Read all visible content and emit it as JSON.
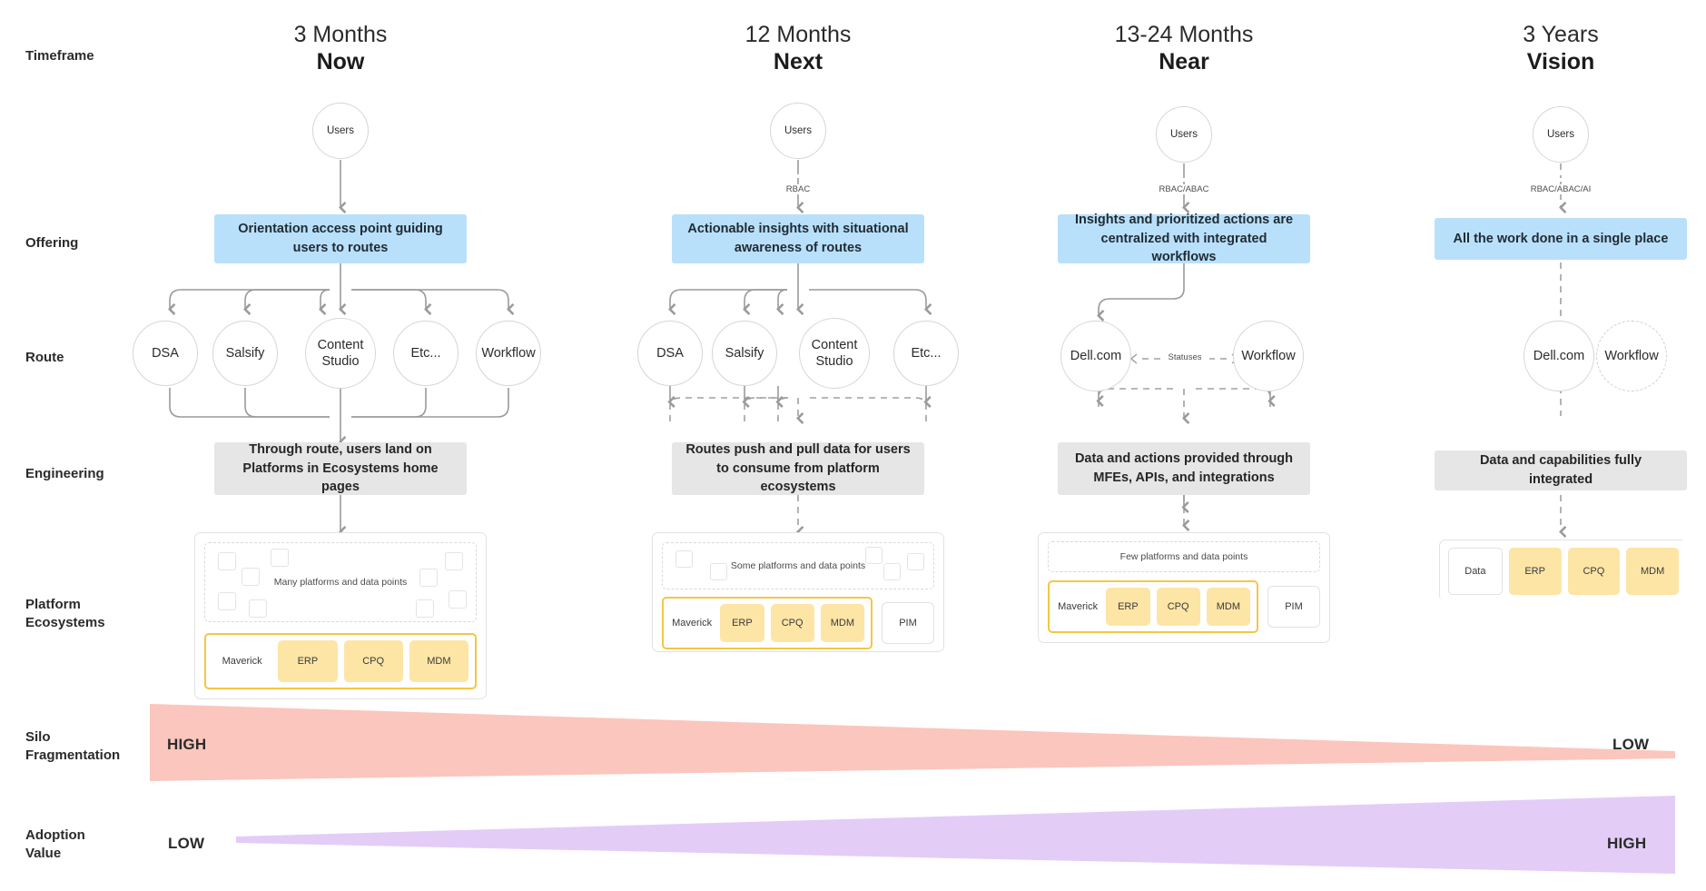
{
  "rows": {
    "timeframe": "Timeframe",
    "offering": "Offering",
    "route": "Route",
    "engineering": "Engineering",
    "platform": "Platform\nEcosystems",
    "silo": "Silo\nFragmentation",
    "adoption": "Adoption\nValue"
  },
  "columns": [
    {
      "period": "3 Months",
      "phase": "Now",
      "users": "Users",
      "access_label": "",
      "offering": "Orientation access point guiding users to routes",
      "routes": [
        "DSA",
        "Salsify",
        "Content Studio",
        "Etc...",
        "Workflow"
      ],
      "engineering": "Through route, users land on Platforms in Ecosystems home pages",
      "platform_note": "Many platforms and data points",
      "platform_chips": [
        "Maverick",
        "ERP",
        "CPQ",
        "MDM"
      ],
      "platform_extra": ""
    },
    {
      "period": "12 Months",
      "phase": "Next",
      "users": "Users",
      "access_label": "RBAC",
      "offering": "Actionable insights with situational awareness of routes",
      "routes": [
        "DSA",
        "Salsify",
        "Content Studio",
        "Etc..."
      ],
      "engineering": "Routes push and pull data for users to consume from platform ecosystems",
      "platform_note": "Some platforms and data points",
      "platform_chips": [
        "Maverick",
        "ERP",
        "CPQ",
        "MDM"
      ],
      "platform_extra": "PIM"
    },
    {
      "period": "13-24 Months",
      "phase": "Near",
      "users": "Users",
      "access_label": "RBAC/ABAC",
      "offering": "Insights and prioritized actions are centralized with integrated workflows",
      "routes": [
        "Dell.com",
        "Workflow"
      ],
      "route_link_label": "Statuses",
      "engineering": "Data and actions provided through MFEs, APIs, and integrations",
      "platform_note": "Few platforms and data points",
      "platform_chips": [
        "Maverick",
        "ERP",
        "CPQ",
        "MDM"
      ],
      "platform_extra": "PIM"
    },
    {
      "period": "3 Years",
      "phase": "Vision",
      "users": "Users",
      "access_label": "RBAC/ABAC/AI",
      "offering": "All the work done in a single place",
      "routes": [
        "Dell.com",
        "Workflow"
      ],
      "engineering": "Data and capabilities fully integrated",
      "platform_note": "",
      "platform_chips": [
        "Data",
        "ERP",
        "CPQ",
        "MDM"
      ],
      "platform_extra": ""
    }
  ],
  "bands": [
    {
      "name": "silo",
      "left_label": "HIGH",
      "right_label": "LOW",
      "color": "#fbc6bd"
    },
    {
      "name": "adoption",
      "left_label": "LOW",
      "right_label": "HIGH",
      "color": "#e3cdf7"
    }
  ],
  "colors": {
    "offering": "#b9e0fb",
    "engineering": "#e6e6e6",
    "amber_chip": "#fde5a6",
    "amber_border": "#f5c643",
    "silo_band": "#fbc6bd",
    "adoption_band": "#e3cdf7",
    "edge": "#9a9a9a"
  }
}
